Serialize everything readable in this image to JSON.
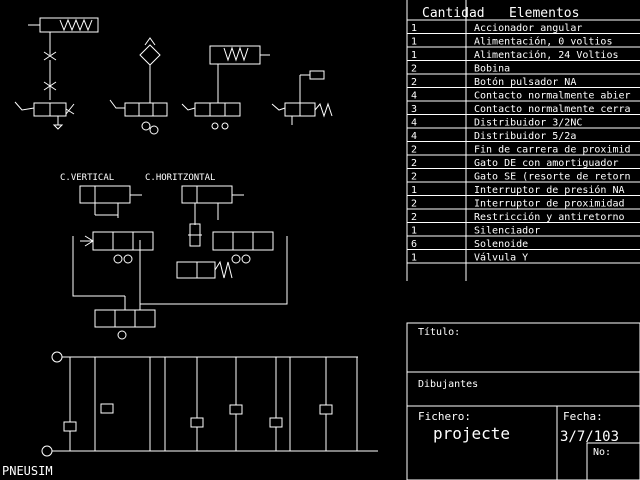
{
  "app": {
    "name": "PNEUSIM"
  },
  "bom": {
    "header_qty": "Cantidad",
    "header_elem": "Elementos",
    "rows": [
      {
        "qty": "1",
        "name": "Accionador angular"
      },
      {
        "qty": "1",
        "name": "Alimentación, 0 voltios"
      },
      {
        "qty": "1",
        "name": "Alimentación, 24 Voltios"
      },
      {
        "qty": "2",
        "name": "Bobina"
      },
      {
        "qty": "2",
        "name": "Botón pulsador NA"
      },
      {
        "qty": "4",
        "name": "Contacto normalmente abier"
      },
      {
        "qty": "3",
        "name": "Contacto normalmente cerra"
      },
      {
        "qty": "4",
        "name": "Distribuidor 3/2NC"
      },
      {
        "qty": "4",
        "name": "Distribuidor 5/2a"
      },
      {
        "qty": "2",
        "name": "Fin de carrera de proximid"
      },
      {
        "qty": "2",
        "name": "Gato DE con amortiguador"
      },
      {
        "qty": "2",
        "name": "Gato SE (resorte de retorn"
      },
      {
        "qty": "1",
        "name": "Interruptor de presión NA"
      },
      {
        "qty": "2",
        "name": "Interruptor de proximidad"
      },
      {
        "qty": "2",
        "name": "Restricción y antiretorno"
      },
      {
        "qty": "1",
        "name": "Silenciador"
      },
      {
        "qty": "6",
        "name": "Solenoide"
      },
      {
        "qty": "1",
        "name": "Válvula Y"
      }
    ]
  },
  "title_block": {
    "titulo_label": "Título:",
    "dibujantes_label": "Dibujantes",
    "fichero_label": "Fichero:",
    "fichero_value": "projecte",
    "fecha_label": "Fecha:",
    "fecha_value": "3/7/103",
    "no_label": "No:"
  },
  "circuit": {
    "cyl_vertical": "C.VERTICAL",
    "cyl_horizontal": "C.HORITZONTAL"
  }
}
